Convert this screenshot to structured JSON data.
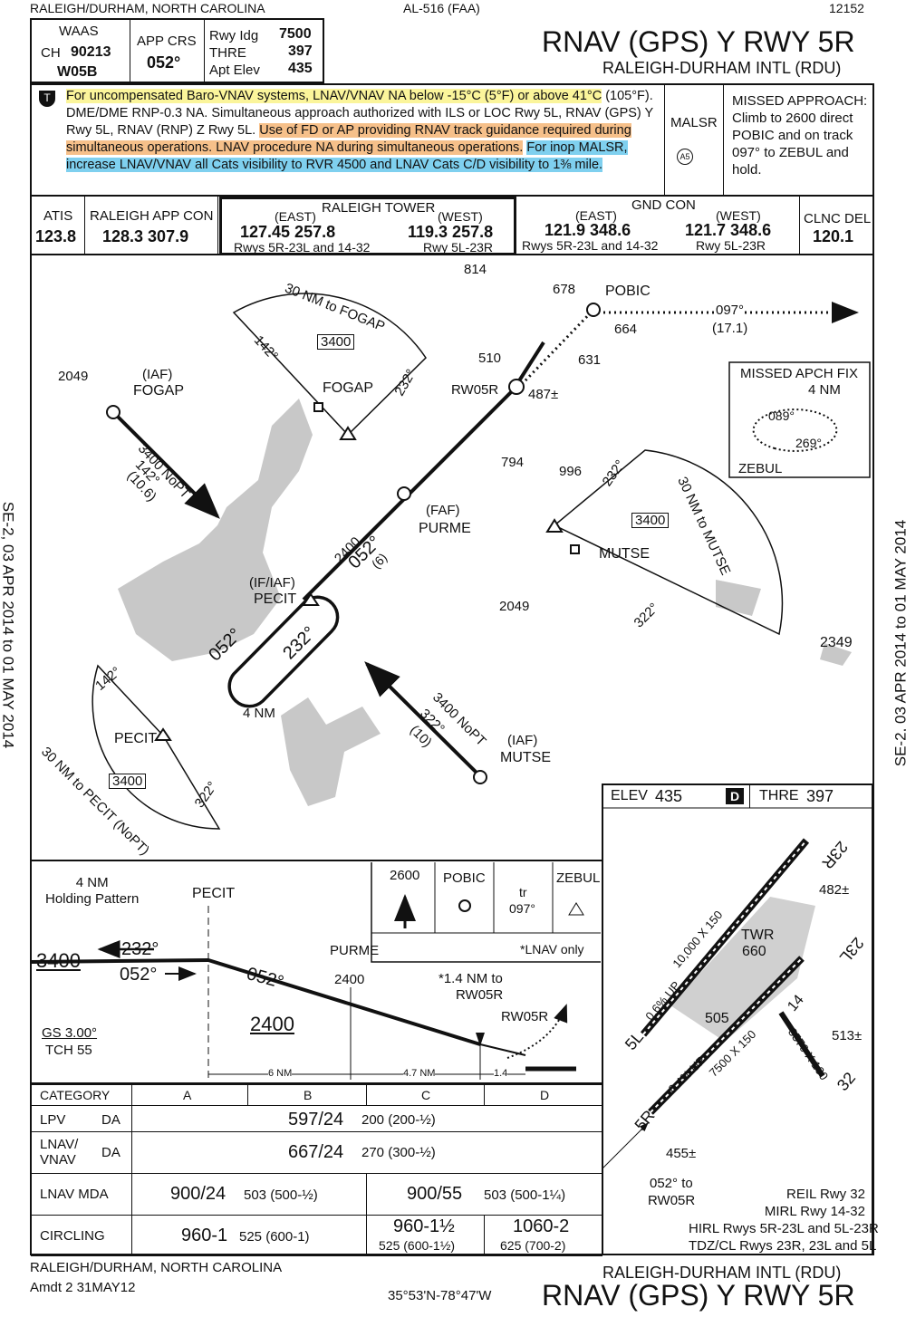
{
  "header": {
    "location": "RALEIGH/DURHAM, NORTH CAROLINA",
    "volume": "AL-516 (FAA)",
    "cycle": "12152",
    "title": "RNAV (GPS) Y RWY 5R",
    "airport": "RALEIGH-DURHAM INTL (RDU)"
  },
  "side_note": "SE-2, 03 APR 2014 to 01 MAY 2014",
  "briefing": {
    "waas": "WAAS",
    "ch_label": "CH",
    "ch": "90213",
    "wid": "W05B",
    "app_crs_label": "APP CRS",
    "app_crs": "052°",
    "rwy_idg_label": "Rwy Idg",
    "rwy_idg": "7500",
    "thre_label": "THRE",
    "thre": "397",
    "apt_elev_label": "Apt Elev",
    "apt_elev": "435"
  },
  "notes": {
    "icon": "T",
    "yellow1": "For uncompensated Baro-VNAV systems, LNAV/VNAV NA below -15°C (5°F) or above 41°C",
    "plain": " (105°F). DME/DME RNP-0.3 NA. Simultaneous approach authorized with ILS or LOC Rwy 5L, RNAV (GPS) Y Rwy 5L, RNAV (RNP) Z Rwy 5L. ",
    "orange": "Use of FD or AP providing RNAV track guidance required during simultaneous operations. LNAV procedure NA during simultaneous operations.",
    "blue": "For inop MALSR, increase LNAV/VNAV all Cats visibility to RVR 4500 and LNAV Cats C/D visibility to 1⅜ mile.",
    "malsr": "MALSR",
    "malsr_sym": "A5",
    "missed": "MISSED APPROACH: Climb to 2600 direct POBIC and on track 097° to ZEBUL and hold."
  },
  "comms": {
    "atis_label": "ATIS",
    "atis": "123.8",
    "app_label": "RALEIGH APP CON",
    "app": "128.3 307.9",
    "twr_label": "RALEIGH TOWER",
    "twr_east_label": "(EAST)",
    "twr_east": "127.45 257.8",
    "twr_east_rwys": "Rwys 5R-23L and 14-32",
    "twr_west_label": "(WEST)",
    "twr_west": "119.3 257.8",
    "twr_west_rwys": "Rwy 5L-23R",
    "gnd_label": "GND CON",
    "gnd_east_label": "(EAST)",
    "gnd_east": "121.9 348.6",
    "gnd_east_rwys": "Rwys 5R-23L and 14-32",
    "gnd_west_label": "(WEST)",
    "gnd_west": "121.7 348.6",
    "gnd_west_rwys": "Rwy 5L-23R",
    "clnc_label": "CLNC DEL",
    "clnc": "120.1"
  },
  "plan": {
    "obs_814": "814",
    "obs_678": "678",
    "pobic": "POBIC",
    "obs_664": "664",
    "obs_631": "631",
    "trk_097": "097°",
    "dist_171": "(17.1)",
    "fogap_taa": "30 NM to FOGAP",
    "fogap_142": "142°",
    "fogap_232": "232°",
    "fogap_alt": "3400",
    "fogap": "FOGAP",
    "obs_2049a": "2049",
    "iaf_fogap": "(IAF)",
    "iaf_fogap_name": "FOGAP",
    "obs_510": "510",
    "rw05r": "RW05R",
    "obs_487": "487±",
    "fogap_leg_alt": "3400 NoPT",
    "fogap_leg_crs": "142°",
    "fogap_leg_dist": "(10.6)",
    "obs_794": "794",
    "obs_996": "996",
    "mutse_232": "232°",
    "mutse_taa": "30 NM to MUTSE",
    "mutse_alt": "3400",
    "mutse": "MUTSE",
    "mutse_322": "322°",
    "faf": "(FAF)",
    "purme": "PURME",
    "fin_alt": "2400",
    "fin_crs": "052°",
    "fin_dist": "(6)",
    "if_iaf": "(IF/IAF)",
    "pecit": "PECIT",
    "obs_2049b": "2049",
    "hold_052": "052°",
    "hold_232": "232°",
    "hold_4nm": "4 NM",
    "obs_2349": "2349",
    "pecit_142": "142°",
    "pecit_taa_name": "PECIT",
    "pecit_alt": "3400",
    "pecit_322": "322°",
    "pecit_taa": "30 NM to PECIT (NoPT)",
    "mutse_leg_alt": "3400 NoPT",
    "mutse_leg_crs": "322°",
    "mutse_leg_dist": "(10)",
    "iaf_mutse": "(IAF)",
    "iaf_mutse_name": "MUTSE",
    "mapf_title": "MISSED APCH FIX",
    "mapf_4nm": "4 NM",
    "mapf_089": "089°",
    "mapf_269": "269°",
    "mapf_zebul": "ZEBUL"
  },
  "profile": {
    "hold_title": "4 NM\nHolding Pattern",
    "pecit": "PECIT",
    "alt_3400": "3400",
    "crs_232": "232°",
    "crs_052a": "052°",
    "crs_052b": "052°",
    "purme": "PURME",
    "alt_2400a": "2400",
    "alt_2400b": "2400",
    "gs": "GS 3.00°",
    "tch": "TCH 55",
    "lnav_note": "*1.4 NM to",
    "lnav_rw": "RW05R",
    "rw05r": "RW05R",
    "lnav_only": "*LNAV only",
    "dist_6": "6 NM",
    "dist_47": "4.7 NM",
    "dist_14": "1.4",
    "icon_2600": "2600",
    "icon_pobic": "POBIC",
    "icon_tr": "tr",
    "icon_097": "097°",
    "icon_zebul": "ZEBUL"
  },
  "minimums": {
    "headers": [
      "CATEGORY",
      "A",
      "B",
      "C",
      "D"
    ],
    "lpv_label": "LPV",
    "lpv_type": "DA",
    "lpv_big": "597/24",
    "lpv_small": "200 (200-½)",
    "lnvv_label": "LNAV/\nVNAV",
    "lnvv_type": "DA",
    "lnvv_big": "667/24",
    "lnvv_small": "270 (300-½)",
    "lnav_label": "LNAV  MDA",
    "lnav_ab_big": "900/24",
    "lnav_ab_small": "503 (500-½)",
    "lnav_cd_big": "900/55",
    "lnav_cd_small": "503 (500-1¼)",
    "circ_label": "CIRCLING",
    "circ_ab_big": "960-1",
    "circ_ab_small": "525 (600-1)",
    "circ_c_big": "960-1½",
    "circ_c_small": "525 (600-1½)",
    "circ_d_big": "1060-2",
    "circ_d_small": "625 (700-2)"
  },
  "airport": {
    "elev_label": "ELEV",
    "elev": "435",
    "d_icon": "D",
    "thre_label": "THRE",
    "thre": "397",
    "rwy_23r": "23R",
    "rwy_5l": "5L",
    "rwy_23l": "23L",
    "rwy_5r": "5R",
    "rwy_14": "14",
    "rwy_32": "32",
    "obs_482": "482±",
    "obs_513": "513±",
    "obs_455": "455±",
    "twr": "TWR",
    "twr_elev": "660",
    "elev_505": "505",
    "dim_long": "10,000 X 150",
    "dim_5r": "7500 X 150",
    "dim_14": "3570 X 100",
    "grad1": "0.6% UP",
    "grad2": "0.4% UP",
    "crs_to": "052° to",
    "crs_rw": "RW05R",
    "lights": "REIL Rwy 32\nMIRL Rwy 14-32\nHIRL Rwys 5R-23L and 5L-23R\nTDZ/CL Rwys 23R, 23L and 5L"
  },
  "footer": {
    "location": "RALEIGH/DURHAM, NORTH CAROLINA",
    "amdt": "Amdt 2  31MAY12",
    "coords": "35°53'N-78°47'W",
    "airport": "RALEIGH-DURHAM INTL (RDU)",
    "title": "RNAV (GPS) Y RWY 5R"
  }
}
